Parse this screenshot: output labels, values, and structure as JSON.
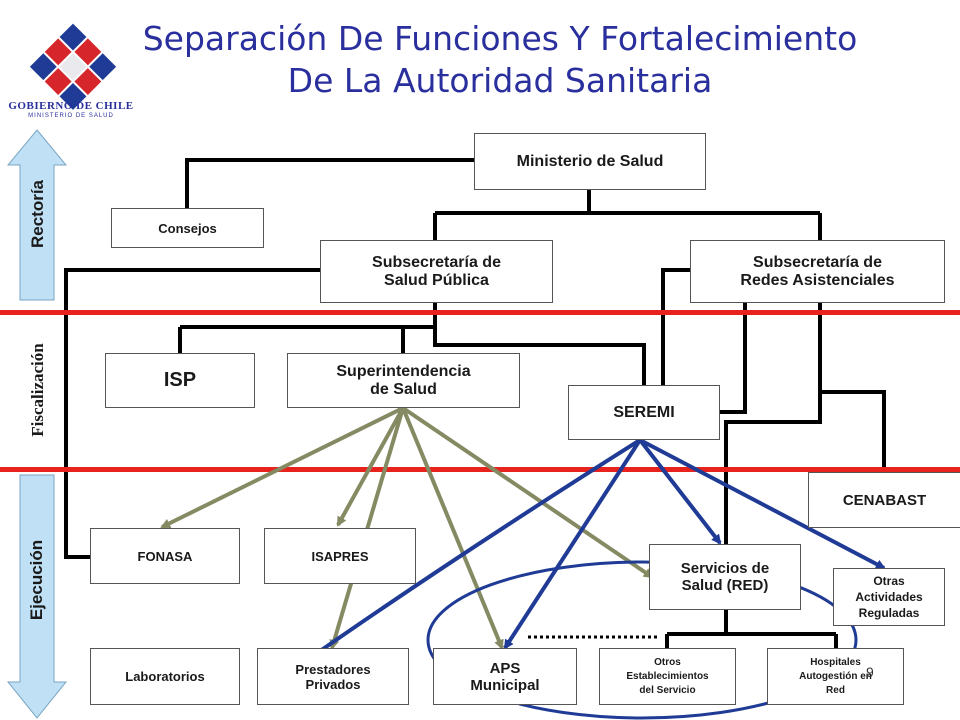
{
  "title": {
    "line1": "Separación De Funciones Y Fortalecimiento",
    "line2": "De La Autoridad Sanitaria"
  },
  "logo": {
    "name": "GOBIERNO DE CHILE",
    "sub": "MINISTERIO DE SALUD"
  },
  "side_labels": {
    "rectoria": "Rectoría",
    "fiscalizacion": "Fiscalización",
    "ejecucion": "Ejecución"
  },
  "nodes": {
    "ministerio": "Ministerio de Salud",
    "consejos": "Consejos",
    "subsecretaria_sp_1": "Subsecretaría de",
    "subsecretaria_sp_2": "Salud Pública",
    "subsecretaria_ra_1": "Subsecretaría de",
    "subsecretaria_ra_2": "Redes Asistenciales",
    "isp": "ISP",
    "superintendencia_1": "Superintendencia",
    "superintendencia_2": "de Salud",
    "seremi": "SEREMI",
    "cenabast": "CENABAST",
    "fonasa": "FONASA",
    "isapres": "ISAPRES",
    "servicios_1": "Servicios de",
    "servicios_2": "Salud (RED)",
    "otras_1": "Otras",
    "otras_2": "Actividades",
    "otras_3": "Reguladas",
    "laboratorios": "Laboratorios",
    "prestadores_1": "Prestadores",
    "prestadores_2": "Privados",
    "aps_1": "APS",
    "aps_2": "Municipal",
    "otros_est_1": "Otros",
    "otros_est_2": "Establecimientos",
    "otros_est_3": "del Servicio",
    "hospitales_1": "Hospitales",
    "hospitales_2": "Autogestión en",
    "hospitales_3": "Red"
  },
  "page_number": "9",
  "colors": {
    "title": "#2a2f9e",
    "red_band": "#e8231e",
    "olive_arrow": "#858a62",
    "blue_arrow": "#1f3b96",
    "side_arrow": "#bfe0f5"
  }
}
